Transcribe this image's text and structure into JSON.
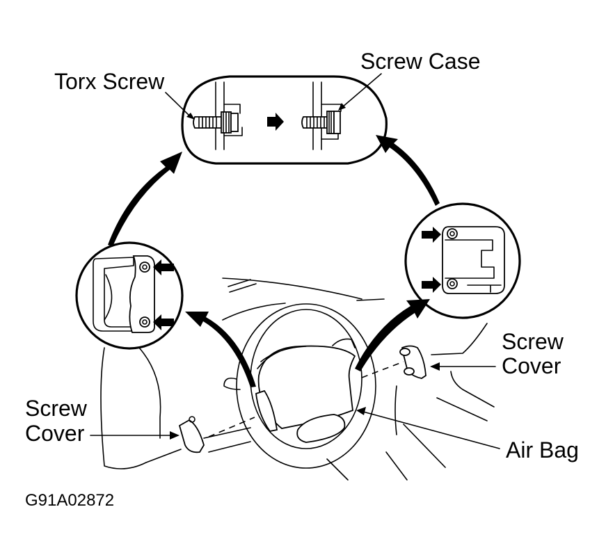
{
  "figure": {
    "id_code": "G91A02872",
    "subject": "Steering wheel air bag removal — torx screw and screw case detail"
  },
  "labels": {
    "torx_screw": "Torx Screw",
    "screw_case": "Screw Case",
    "screw_cover_left_line1": "Screw",
    "screw_cover_left_line2": "Cover",
    "screw_cover_right_line1": "Screw",
    "screw_cover_right_line2": "Cover",
    "air_bag": "Air Bag"
  },
  "colors": {
    "ink": "#000000",
    "background": "#ffffff"
  }
}
